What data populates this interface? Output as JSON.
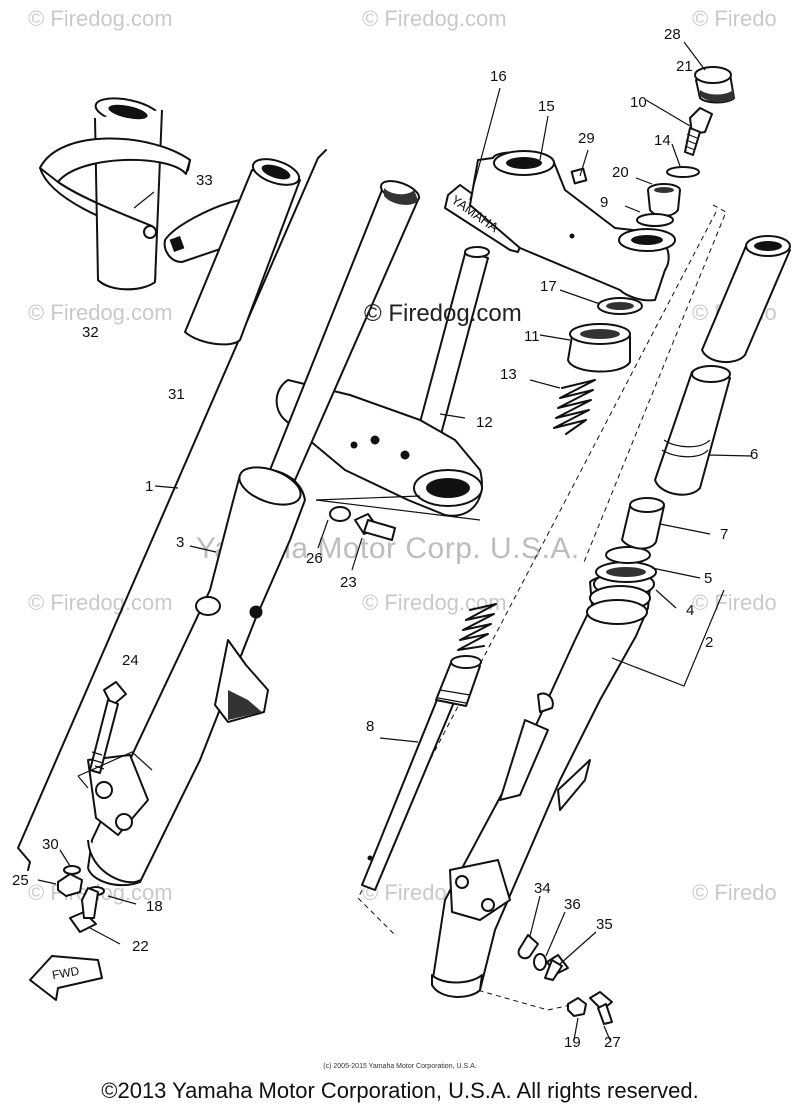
{
  "watermarks": {
    "top_left": "© Firedog.com",
    "top_mid": "© Firedog.com",
    "top_right": "© Firedo",
    "mid_left": "© Firedog.com",
    "mid_right": "© Firedo",
    "center": "© Firedog.com",
    "lower_left": "© Firedog.com",
    "lower_mid": "© Firedog.com",
    "lower_right": "© Firedo",
    "bottom_left": "© Firedog.com",
    "bottom_mid": "© Firedog.com",
    "bottom_right": "© Firedo",
    "corp": "Yamaha Motor Corp. U.S.A."
  },
  "stamp_text": "YAMAHA",
  "fwd_label": "FWD",
  "part_numbers": {
    "p1": "1",
    "p2": "2",
    "p3": "3",
    "p4": "4",
    "p5": "5",
    "p6": "6",
    "p7": "7",
    "p8": "8",
    "p9": "9",
    "p10": "10",
    "p11": "11",
    "p12": "12",
    "p13": "13",
    "p14": "14",
    "p15": "15",
    "p16": "16",
    "p17": "17",
    "p18": "18",
    "p19": "19",
    "p20": "20",
    "p21": "21",
    "p22": "22",
    "p23": "23",
    "p24": "24",
    "p25": "25",
    "p26": "26",
    "p27": "27",
    "p28": "28",
    "p29": "29",
    "p30": "30",
    "p31": "31",
    "p32": "32",
    "p33": "33",
    "p34": "34",
    "p35": "35",
    "p36": "36"
  },
  "footer": {
    "small": "(c) 2005-2015 Yamaha Motor Corporation, U.S.A.",
    "copyright": "©2013 Yamaha Motor Corporation, U.S.A. All rights reserved."
  }
}
